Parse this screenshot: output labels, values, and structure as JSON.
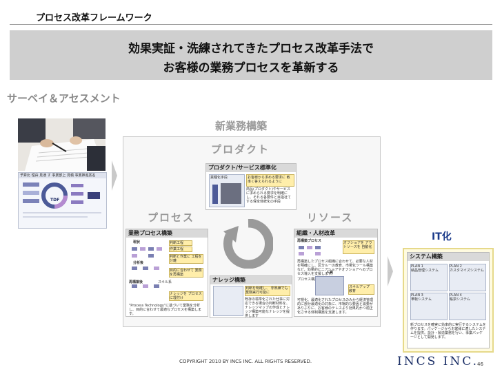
{
  "page_title": "プロセス改革フレームワーク",
  "banner": {
    "line1": "効果実証・洗練されてきたプロセス改革手法で",
    "line2": "お客様の業務プロセスを革新する"
  },
  "survey_heading": "サーベイ＆アセスメント",
  "survey_doc_header": "予算比 理由 見通 す 事業部上 見積 事業推進案名",
  "survey_doc_center": "TDF",
  "center": {
    "new_business": "新業務構築",
    "product": "プロダクト",
    "process": "プロセス",
    "resource": "リソース",
    "product_box": {
      "title": "プロダクト/サービス標準化",
      "label": "異種化手段",
      "callout": "お客様から求める要求に 敏率く答えられるように",
      "desc": "商品(プロダクト)やサービスに求められる要求を明確にし、それる各要件と目指社てする保全体統化の手段"
    },
    "process_box": {
      "title": "業務プロセス構築",
      "labels": [
        "現状",
        "分析後",
        "再構築後"
      ],
      "callouts": [
        "判断工程",
        "作業工程",
        "判断と作業に 工程を分離",
        "目的に合わせて 業務を再構築",
        "ナレッジを プロセスに埋付け",
        "スキル系"
      ],
      "note": "\"Process Technology\"に基づいて業務を分析し、目的に合わせて最適なプロセスを構築します。"
    },
    "knowledge_box": {
      "title": "ナレッジ構築",
      "callout": "判断を明確し、 非熟練でも業務実行可能に",
      "desc": "既存の標準化された仕事に対応できる場合の判断材料を、ナレッジマップの作成とナレッジ構築可能なナレッジを提供します"
    },
    "resource_box": {
      "title": "組織・人材改革",
      "label": "再構築プロセス",
      "callouts": [
        "オフショアを アウトソースを 自動化",
        "スキルアップ 教育"
      ],
      "desc": "再構築したプロセス組織に合わせて、必要な人材を明確にし、区分ルーの教育、市場化ツール構築など、効果的にニアショアやオフショアへのプロセス導入を支援します。",
      "label2": "人員",
      "label3": "プロセス構築",
      "desc2": "可視化、最適化されたプロセスのみから経済管理的に部分最適化の対象に、市場的な要因と需要がありぶりに、お客様のテレスより効果的かつ適正化させる体制構築を支援します。"
    }
  },
  "it": {
    "label": "IT化",
    "box_title": "システム構築",
    "cards": [
      {
        "title": "PLAN 1",
        "name": "納品管理システム"
      },
      {
        "title": "PLAN 2",
        "name": "カスタマイズシステム"
      },
      {
        "title": "PLAN 3",
        "name": "帯転システム"
      },
      {
        "title": "PLAN 4",
        "name": "帳票システム"
      }
    ],
    "note": "新プロセスを確実に効率的に実行するシステムを作ります。パッケージからお客様に適したシステムを提供。設計・製造業務を行い、事業パッケージとして開発します。"
  },
  "footer": {
    "copyright": "COPYRIGHT 2010 BY INCS INC. ALL RIGHTS RESERVED.",
    "logo": "INCS INC.",
    "page": "46"
  }
}
